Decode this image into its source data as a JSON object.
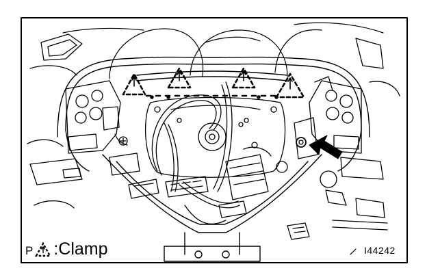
{
  "legend": {
    "prefix": "P",
    "icon": "dashed-triangle-clamp-icon",
    "label": ":Clamp"
  },
  "figure_id": "I44242",
  "clamp_count": 4,
  "colors": {
    "line": "#000000",
    "background": "#ffffff"
  }
}
